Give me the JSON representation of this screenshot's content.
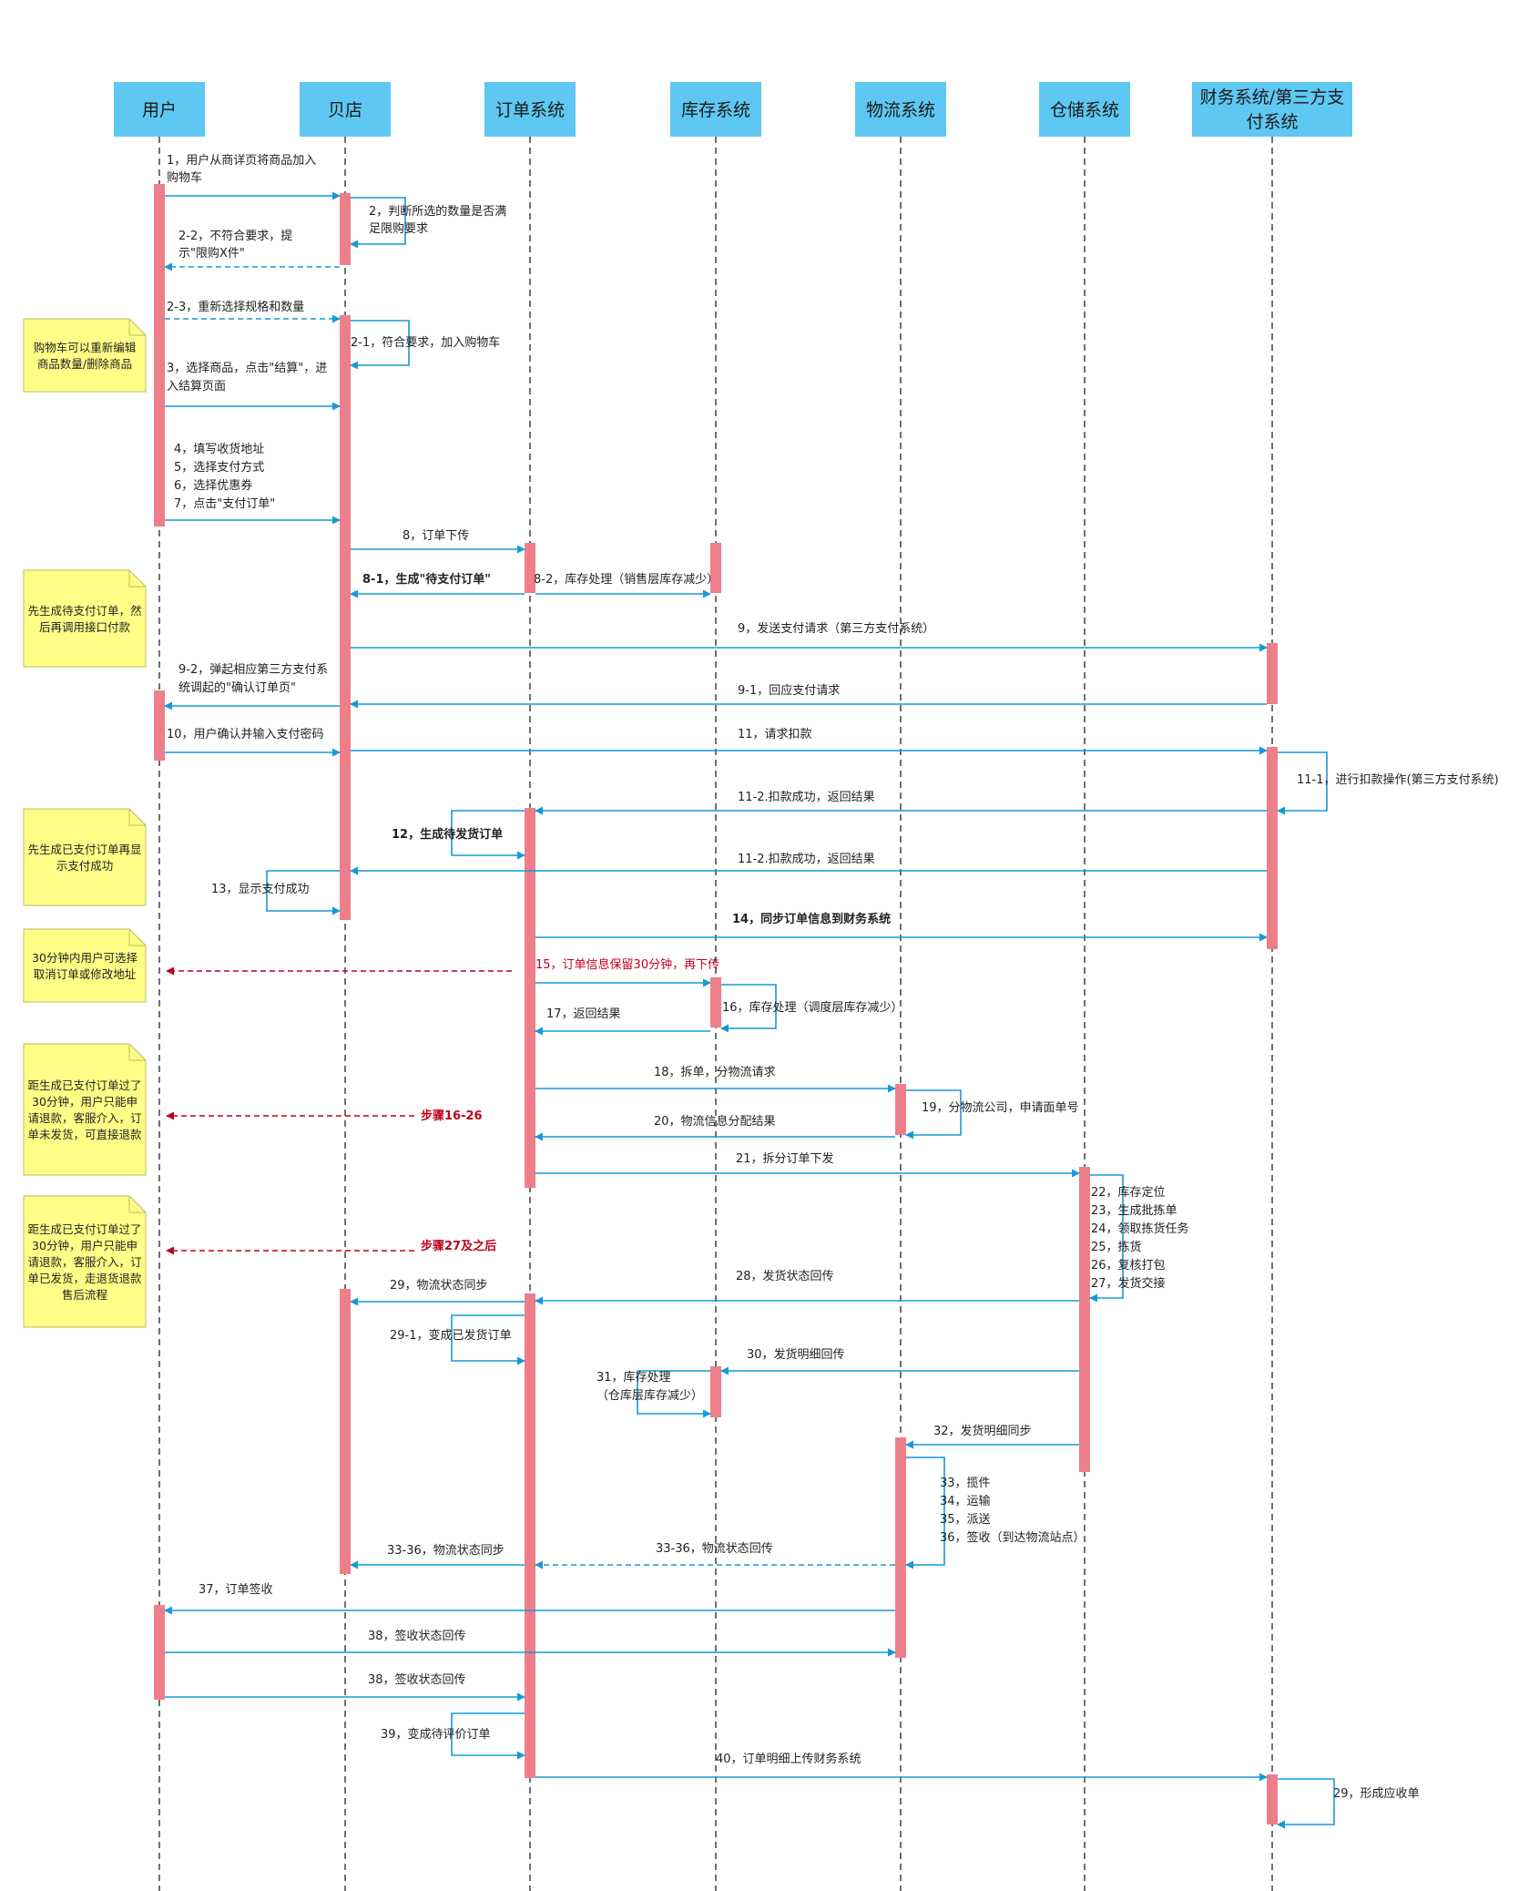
{
  "colors": {
    "header_bg": "#5ec7f2",
    "lifeline": "#333333",
    "activation": "#ec7f8a",
    "arrow": "#1798d9",
    "note_bg": "#ffff88",
    "note_border": "#bdbd5a",
    "red": "#c0001a",
    "text": "#222222"
  },
  "participants": [
    {
      "id": "user",
      "lines": [
        "用户"
      ]
    },
    {
      "id": "shop",
      "lines": [
        "贝店"
      ]
    },
    {
      "id": "order",
      "lines": [
        "订单系统"
      ]
    },
    {
      "id": "stock",
      "lines": [
        "库存系统"
      ]
    },
    {
      "id": "logistics",
      "lines": [
        "物流系统"
      ]
    },
    {
      "id": "warehouse",
      "lines": [
        "仓储系统"
      ]
    },
    {
      "id": "finance",
      "lines": [
        "财务系统/第三方支",
        "付系统"
      ]
    }
  ],
  "notes": [
    {
      "id": "cart",
      "lines": [
        "购物车可以重新编辑",
        "商品数量/删除商品"
      ]
    },
    {
      "id": "pay-first",
      "lines": [
        "先生成待支付订单，然",
        "后再调用接口付款"
      ]
    },
    {
      "id": "paid-first",
      "lines": [
        "先生成已支付订单再显",
        "示支付成功"
      ]
    },
    {
      "id": "cancel30",
      "lines": [
        "30分钟内用户可选择",
        "取消订单或修改地址"
      ]
    },
    {
      "id": "refund",
      "lines": [
        "距生成已支付订单过了",
        "30分钟，用户只能申",
        "请退款，客服介入，订",
        "单未发货，可直接退款"
      ]
    },
    {
      "id": "return",
      "lines": [
        "距生成已支付订单过了",
        "30分钟，用户只能申",
        "请退款，客服介入，订",
        "单已发货，走退货退款",
        "售后流程"
      ]
    }
  ],
  "messages": [
    {
      "id": "m1",
      "lines": [
        "1，用户从商详页将商品加入",
        "购物车"
      ]
    },
    {
      "id": "m2",
      "lines": [
        "2，判断所选的数量是否满",
        "足限购要求"
      ]
    },
    {
      "id": "m2-2",
      "lines": [
        "2-2，不符合要求，提",
        "示\"限购X件\""
      ]
    },
    {
      "id": "m2-3",
      "lines": [
        "2-3，重新选择规格和数量"
      ]
    },
    {
      "id": "m2-1",
      "lines": [
        "2-1，符合要求，加入购物车"
      ]
    },
    {
      "id": "m3",
      "lines": [
        "3，选择商品，点击\"结算\"，进",
        "入结算页面"
      ]
    },
    {
      "id": "m4-7",
      "lines": [
        "4，填写收货地址",
        "5，选择支付方式",
        "6，选择优惠券",
        "7，点击\"支付订单\""
      ]
    },
    {
      "id": "m8",
      "lines": [
        "8，订单下传"
      ]
    },
    {
      "id": "m8-1",
      "lines": [
        "8-1，生成\"待支付订单\""
      ]
    },
    {
      "id": "m8-2",
      "lines": [
        "8-2，库存处理（销售层库存减少）"
      ]
    },
    {
      "id": "m9",
      "lines": [
        "9，发送支付请求（第三方支付系统）"
      ]
    },
    {
      "id": "m9-2",
      "lines": [
        "9-2，弹起相应第三方支付系",
        "统调起的\"确认订单页\""
      ]
    },
    {
      "id": "m9-1",
      "lines": [
        "9-1，回应支付请求"
      ]
    },
    {
      "id": "m10",
      "lines": [
        "10，用户确认并输入支付密码"
      ]
    },
    {
      "id": "m11",
      "lines": [
        "11，请求扣款"
      ]
    },
    {
      "id": "m11-1",
      "lines": [
        "11-1，进行扣款操作(第三方支付系统)"
      ]
    },
    {
      "id": "m11-2a",
      "lines": [
        "11-2.扣款成功，返回结果"
      ]
    },
    {
      "id": "m12",
      "lines": [
        "12，生成待发货订单"
      ]
    },
    {
      "id": "m11-2b",
      "lines": [
        "11-2.扣款成功，返回结果"
      ]
    },
    {
      "id": "m13",
      "lines": [
        "13，显示支付成功"
      ]
    },
    {
      "id": "m14",
      "lines": [
        "14，同步订单信息到财务系统"
      ]
    },
    {
      "id": "m15",
      "lines": [
        "15，订单信息保留30分钟，再下传"
      ]
    },
    {
      "id": "m16",
      "lines": [
        "16，库存处理（调度层库存减少）"
      ]
    },
    {
      "id": "m17",
      "lines": [
        "17，返回结果"
      ]
    },
    {
      "id": "m18",
      "lines": [
        "18，拆单，分物流请求"
      ]
    },
    {
      "id": "m19",
      "lines": [
        "19，分物流公司，申请面单号"
      ]
    },
    {
      "id": "m20",
      "lines": [
        "20，物流信息分配结果"
      ]
    },
    {
      "id": "step16",
      "lines": [
        "步骤16-26"
      ]
    },
    {
      "id": "m21",
      "lines": [
        "21，拆分订单下发"
      ]
    },
    {
      "id": "m22-27",
      "lines": [
        "22，库存定位",
        "23，生成批拣单",
        "24，领取拣货任务",
        "25，拣货",
        "26，复核打包",
        "27，发货交接"
      ]
    },
    {
      "id": "step27",
      "lines": [
        "步骤27及之后"
      ]
    },
    {
      "id": "m29",
      "lines": [
        "29，物流状态同步"
      ]
    },
    {
      "id": "m28",
      "lines": [
        "28，发货状态回传"
      ]
    },
    {
      "id": "m29-1",
      "lines": [
        "29-1，变成已发货订单"
      ]
    },
    {
      "id": "m30",
      "lines": [
        "30，发货明细回传"
      ]
    },
    {
      "id": "m31",
      "lines": [
        "31，库存处理",
        "（仓库层库存减少）"
      ]
    },
    {
      "id": "m32",
      "lines": [
        "32，发货明细同步"
      ]
    },
    {
      "id": "m33-36",
      "lines": [
        "33，揽件",
        "34，运输",
        "35，派送",
        "36，签收（到达物流站点）"
      ]
    },
    {
      "id": "m33-36b",
      "lines": [
        "33-36，物流状态同步"
      ]
    },
    {
      "id": "m33-36c",
      "lines": [
        "33-36，物流状态回传"
      ]
    },
    {
      "id": "m37",
      "lines": [
        "37，订单签收"
      ]
    },
    {
      "id": "m38a",
      "lines": [
        "38，签收状态回传"
      ]
    },
    {
      "id": "m38b",
      "lines": [
        "38，签收状态回传"
      ]
    },
    {
      "id": "m39",
      "lines": [
        "39，变成待评价订单"
      ]
    },
    {
      "id": "m40",
      "lines": [
        "40，订单明细上传财务系统"
      ]
    },
    {
      "id": "m29b",
      "lines": [
        "29，形成应收单"
      ]
    }
  ]
}
